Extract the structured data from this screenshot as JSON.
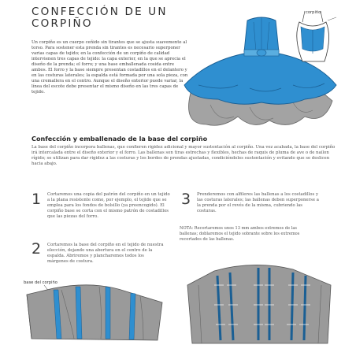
{
  "header": {
    "title_line1": "CONFECCIÓN DE UN",
    "title_line2": "CORPIÑO",
    "intro": "Un corpiño es un cuerpo ceñido sin tirantes que se ajusta suavemente al torso. Para sostener esta prenda sin tirantes es necesario superponer varias capas de tejido; en la confección de un corpiño de calidad intervienen tres capas de tejido: la capa exterior, en la que se aprecia el diseño de la prenda; el forro; y una base emballenada cosida entre ambos. El forro y la base siempre presentan costadillos en el delantero y en las costuras laterales; la espalda está formada por una sola pieza, con una cremallera en el centro. Aunque el diseño exterior puede variar, la línea del escote debe presentar el mismo diseño en las tres capas de tejido."
  },
  "figure_labels": {
    "corpino": "corpiño",
    "base_del_corpino": "base del corpiño"
  },
  "section": {
    "heading": "Confección y emballenado de la base del corpiño",
    "body": "La base del corpiño incorpora ballenas, que confieren rigidez adicional y mayor sustentación al corpiño. Una vez acabada, la base del corpiño irá intercalada entre el diseño exterior y el forro. Las ballenas son tiras estrechas y flexibles, hechas de raquis de pluma de ave o de nailon rígido; se utilizan para dar rigidez a las costuras y los bordes de prendas ajustadas, condiciéndoles sustentación y evitando que se deslicen hacia abajo."
  },
  "steps": [
    {
      "number": "1",
      "text": "Cortaremos una copia del patrón del corpiño en un tejido a la plana resistente como, por ejemplo, el tejido que se emplea para los fondos de bolsillo (ya preencogido). El corpiño base se corta con el mismo patrón de costadillos que las piezas del forro."
    },
    {
      "number": "2",
      "text": "Cortaremos la base del corpiño en el tejido de nuestra elección, dejando una abertura en el centro de la espalda. Abriremos y plancharemos todos los márgenes de costura."
    },
    {
      "number": "3",
      "text": "Prenderemos con alfileres las ballenas a los costadillos y las costuras laterales; las ballenas deben superponerse a la prenda por el revés de la misma, cubriendo las costuras."
    }
  ],
  "note": "NOTA: Recortaremos unos 13 mm ambos extremos de las ballenas; doblaremos el tejido sobrante sobre los extremos recortados de las ballenas.",
  "colors": {
    "accent_blue": "#2f8fd0",
    "dark_blue": "#1a5f94",
    "gray": "#9a9a9a",
    "text": "#3a3a3a"
  }
}
